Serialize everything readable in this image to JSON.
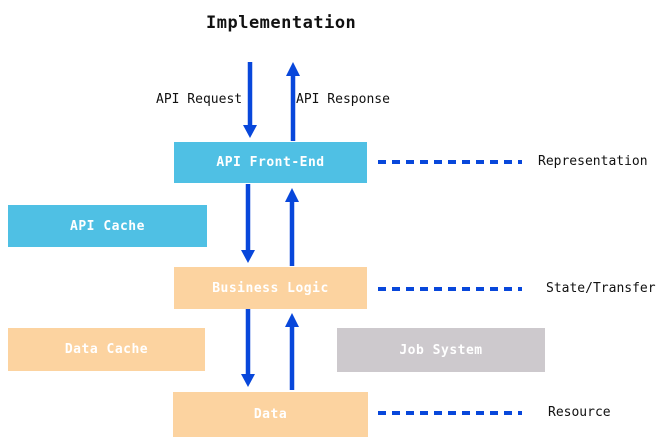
{
  "title": "Implementation",
  "flow_labels": {
    "request": "API Request",
    "response": "API Response"
  },
  "boxes": {
    "api_front_end": "API Front-End",
    "api_cache": "API Cache",
    "business_logic": "Business Logic",
    "data_cache": "Data Cache",
    "job_system": "Job System",
    "data": "Data"
  },
  "layer_labels": {
    "representation": "Representation",
    "state_transfer": "State/Transfer",
    "resource": "Resource"
  },
  "colors": {
    "box_cyan": "#4FC0E4",
    "box_orange": "#FCD3A0",
    "box_gray": "#CDC9CD",
    "arrow_blue": "#0847DB",
    "text_dark": "#111111",
    "box_text": "#FFFFFF",
    "canvas_bg": "#FFFFFF"
  }
}
